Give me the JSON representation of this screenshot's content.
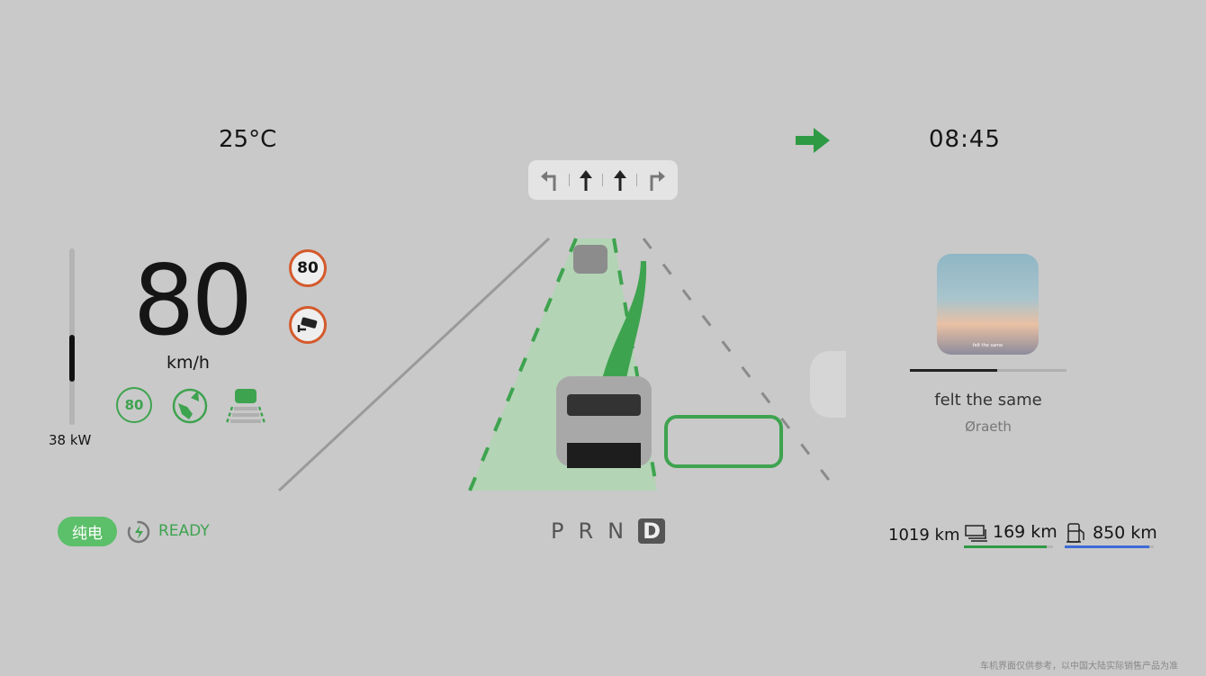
{
  "status": {
    "temperature": "25°C",
    "time": "08:45"
  },
  "navigation": {
    "lane_guidance": [
      "turn-left",
      "straight",
      "straight",
      "turn-right"
    ]
  },
  "speed": {
    "value": "80",
    "unit": "km/h",
    "limit": "80",
    "acc_set": "80",
    "power": "38 kW",
    "power_fraction": 0.27
  },
  "drive": {
    "mode": "纯电",
    "status": "READY",
    "gears": [
      "P",
      "R",
      "N",
      "D"
    ],
    "selected_gear": "D"
  },
  "media": {
    "album_text": "felt the same",
    "title": "felt the same",
    "artist": "Øraeth",
    "progress": 0.56
  },
  "range": {
    "total": "1019 km",
    "ev": "169 km",
    "fuel": "850 km",
    "ev_fraction": 0.93,
    "fuel_fraction": 0.95
  },
  "disclaimer": "车机界面仅供参考，以中国大陆实际销售产品为准",
  "colors": {
    "accent_green": "#3ea34f",
    "warning": "#d45a2c",
    "fuel_blue": "#3d6bd6"
  }
}
